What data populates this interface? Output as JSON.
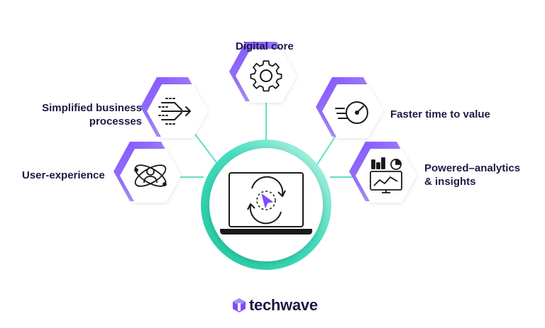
{
  "nodes": {
    "digital_core": {
      "label": "Digital core",
      "icon": "gear-icon"
    },
    "simplified": {
      "label_line1": "Simplified business",
      "label_line2": "processes",
      "icon": "merge-arrows-icon"
    },
    "faster": {
      "label": "Faster time to value",
      "icon": "speedometer-icon"
    },
    "user_experience": {
      "label": "User-experience",
      "icon": "atom-user-icon"
    },
    "powered": {
      "label_line1": "Powered–analytics",
      "label_line2": "& insights",
      "icon": "analytics-dashboard-icon"
    }
  },
  "center": {
    "icon": "laptop-refresh-icon"
  },
  "brand": {
    "name": "techwave",
    "icon": "techwave-logo-icon"
  },
  "colors": {
    "purple": "#8b5cf6",
    "purple_light": "#b9a3f7",
    "teal": "#2ed3b0",
    "teal_light": "#7de8d0",
    "text": "#1d1a45"
  }
}
